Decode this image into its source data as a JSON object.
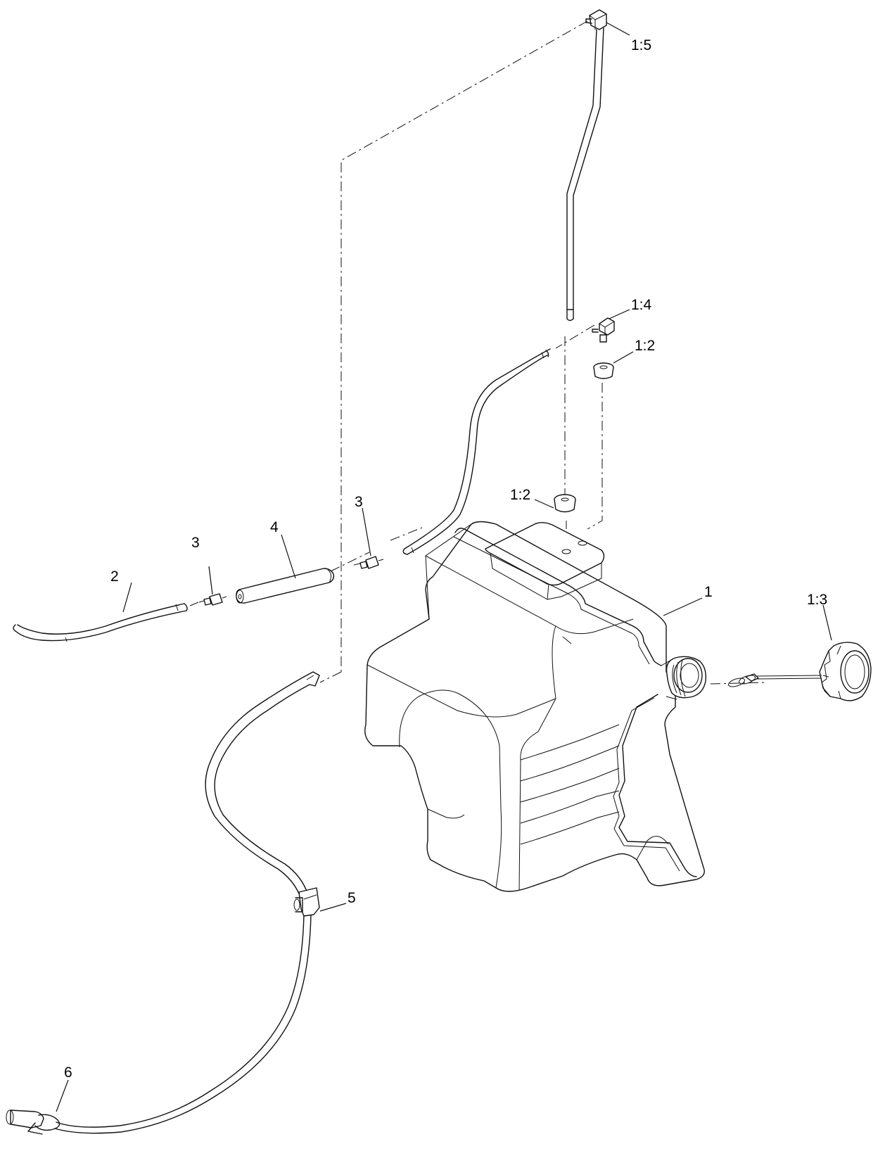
{
  "callouts": {
    "c_1_5": "1:5",
    "c_1_4": "1:4",
    "c_1_2_upper": "1:2",
    "c_1_2_lower": "1:2",
    "c_1": "1",
    "c_1_3": "1:3",
    "c_2": "2",
    "c_3_left": "3",
    "c_3_right": "3",
    "c_4": "4",
    "c_5": "5",
    "c_6": "6"
  }
}
